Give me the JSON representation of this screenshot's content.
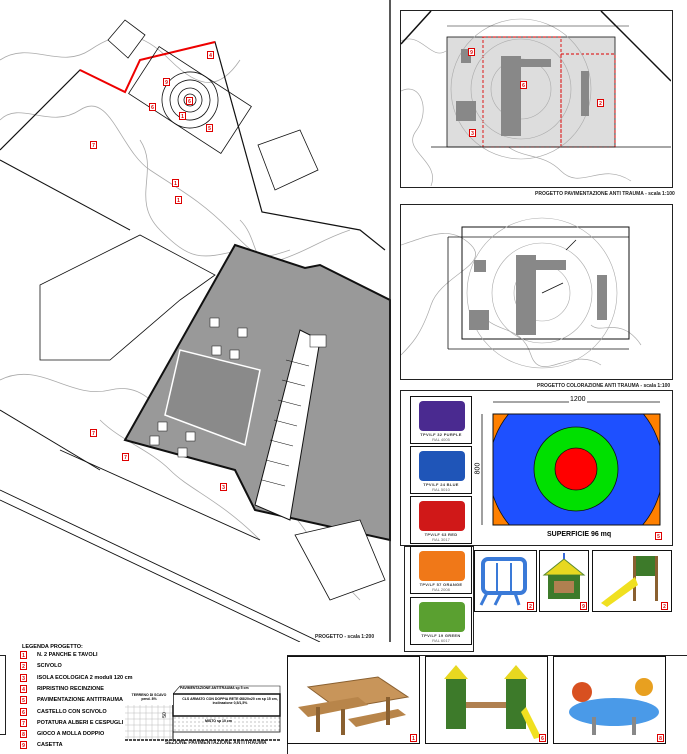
{
  "captions": {
    "main_plan": "PROGETTO - scala 1:200",
    "pavement_plan": "PROGETTO PAVIMENTAZIONE ANTI TRAUMA  -  scala 1:100",
    "color_plan": "PROGETTO  COLORAZIONE ANTI TRAUMA  -  scala 1:100",
    "section": "SEZIONE PAVIMENTAZIONE ANTITRAUMA"
  },
  "color_panel": {
    "width_dim": "1200",
    "height_dim": "800",
    "surface": "SUPERFICIE 96 mq",
    "badge": "5",
    "rings": [
      "#9b1fe8",
      "#ff8000",
      "#1e50ff",
      "#00e000",
      "#ff0000"
    ]
  },
  "swatches": [
    {
      "label": "TPV/LF 32 PURPLE",
      "ral": "RAL 4005",
      "color": "#4a2a90"
    },
    {
      "label": "TPV/LF 24 BLUE",
      "ral": "RAL 5010",
      "color": "#1f55b8"
    },
    {
      "label": "TPV/LF 63 RED",
      "ral": "RAL 3017",
      "color": "#d01818"
    },
    {
      "label": "TPV/LF 57 ORANGE",
      "ral": "RAL 2008",
      "color": "#f07818"
    },
    {
      "label": "TPV/LF 19 GREEN",
      "ral": "RAL 6017",
      "color": "#5aa030"
    }
  ],
  "legend": {
    "title": "LEGENDA PROGETTO:",
    "items": [
      {
        "n": "1",
        "label": "N. 2 PANCHE E TAVOLI"
      },
      {
        "n": "2",
        "label": "SCIVOLO"
      },
      {
        "n": "3",
        "label": "ISOLA ECOLOGICA 2 moduli 120 cm"
      },
      {
        "n": "4",
        "label": "RIPRISTINO RECINZIONE"
      },
      {
        "n": "5",
        "label": "PAVIMENTAZIONE ANTITRAUMA"
      },
      {
        "n": "6",
        "label": "CASTELLO CON SCIVOLO"
      },
      {
        "n": "7",
        "label": "POTATURA ALBERI E CESPUGLI"
      },
      {
        "n": "8",
        "label": "GIOCO A MOLLA DOPPIO"
      },
      {
        "n": "9",
        "label": "CASETTA"
      }
    ]
  },
  "section": {
    "layer1": "PAVIMENTAZIONE ANTITRAUMA sp 5 cm",
    "layer2": "CLS ARMATO CON DOPPIA RETE Ø8/20x20 cm sp 15 cm, inclinazione 0,5/1,5%",
    "layer3": "MISTO  sp 10 cm",
    "soil": "TERRENO DI SCAVO pend. 8%",
    "dim": "50"
  },
  "photo_badges": {
    "barrier": "2",
    "house": "9",
    "slide": "2",
    "benches": "1",
    "castle": "6",
    "spring": "8"
  },
  "plan_badges": [
    "4",
    "9",
    "6",
    "1",
    "6",
    "5",
    "7",
    "1",
    "1",
    "7",
    "7",
    "3"
  ],
  "pave_badges": [
    "9",
    "6",
    "2",
    "3"
  ]
}
